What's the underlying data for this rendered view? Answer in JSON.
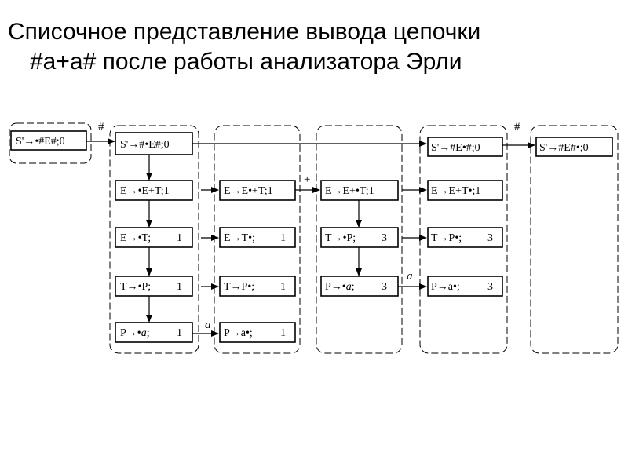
{
  "title": {
    "line1": "Списочное представление вывода цепочки",
    "line2": "#a+a# после работы анализатора Эрли"
  },
  "symbols": {
    "dot": "•",
    "arrow": "→"
  },
  "lists": [
    {
      "items": [
        {
          "lhs": "S'",
          "pre": "",
          "post": "#E#",
          "idx": "0",
          "mode": "tight"
        }
      ]
    },
    {
      "items": [
        {
          "lhs": "S'",
          "pre": "#",
          "post": "E#",
          "idx": "0",
          "mode": "tight"
        },
        {
          "lhs": "E",
          "pre": "",
          "post": "E+T",
          "idx": "1",
          "mode": "tight"
        },
        {
          "lhs": "E",
          "pre": "",
          "post": "T",
          "idx": "1",
          "mode": "spaced"
        },
        {
          "lhs": "T",
          "pre": "",
          "post": "P",
          "idx": "1",
          "mode": "spaced"
        },
        {
          "lhs": "P",
          "pre": "",
          "post": "a",
          "idx": "1",
          "mode": "spaced"
        }
      ]
    },
    {
      "items": [
        {
          "lhs": "E",
          "pre": "E",
          "post": "+T",
          "idx": "1",
          "mode": "tight"
        },
        {
          "lhs": "E",
          "pre": "T",
          "post": "",
          "idx": "1",
          "mode": "spaced"
        },
        {
          "lhs": "T",
          "pre": "P",
          "post": "",
          "idx": "1",
          "mode": "spaced"
        },
        {
          "lhs": "P",
          "pre": "a",
          "post": "",
          "idx": "1",
          "mode": "spaced"
        }
      ]
    },
    {
      "items": [
        {
          "lhs": "E",
          "pre": "E+",
          "post": "T",
          "idx": "1",
          "mode": "tight"
        },
        {
          "lhs": "T",
          "pre": "",
          "post": "P",
          "idx": "3",
          "mode": "spaced"
        },
        {
          "lhs": "P",
          "pre": "",
          "post": "a",
          "idx": "3",
          "mode": "spaced"
        }
      ]
    },
    {
      "items": [
        {
          "lhs": "S'",
          "pre": "#E",
          "post": "#",
          "idx": "0",
          "mode": "tight"
        },
        {
          "lhs": "E",
          "pre": "E+T",
          "post": "",
          "idx": "1",
          "mode": "tight"
        },
        {
          "lhs": "T",
          "pre": "P",
          "post": "",
          "idx": "3",
          "mode": "spaced"
        },
        {
          "lhs": "P",
          "pre": "a",
          "post": "",
          "idx": "3",
          "mode": "spaced"
        }
      ]
    },
    {
      "items": [
        {
          "lhs": "S'",
          "pre": "#E#",
          "post": "",
          "idx": "0",
          "mode": "tight"
        }
      ]
    }
  ],
  "transition_labels": [
    "#",
    "+",
    "a",
    "a",
    "#"
  ]
}
